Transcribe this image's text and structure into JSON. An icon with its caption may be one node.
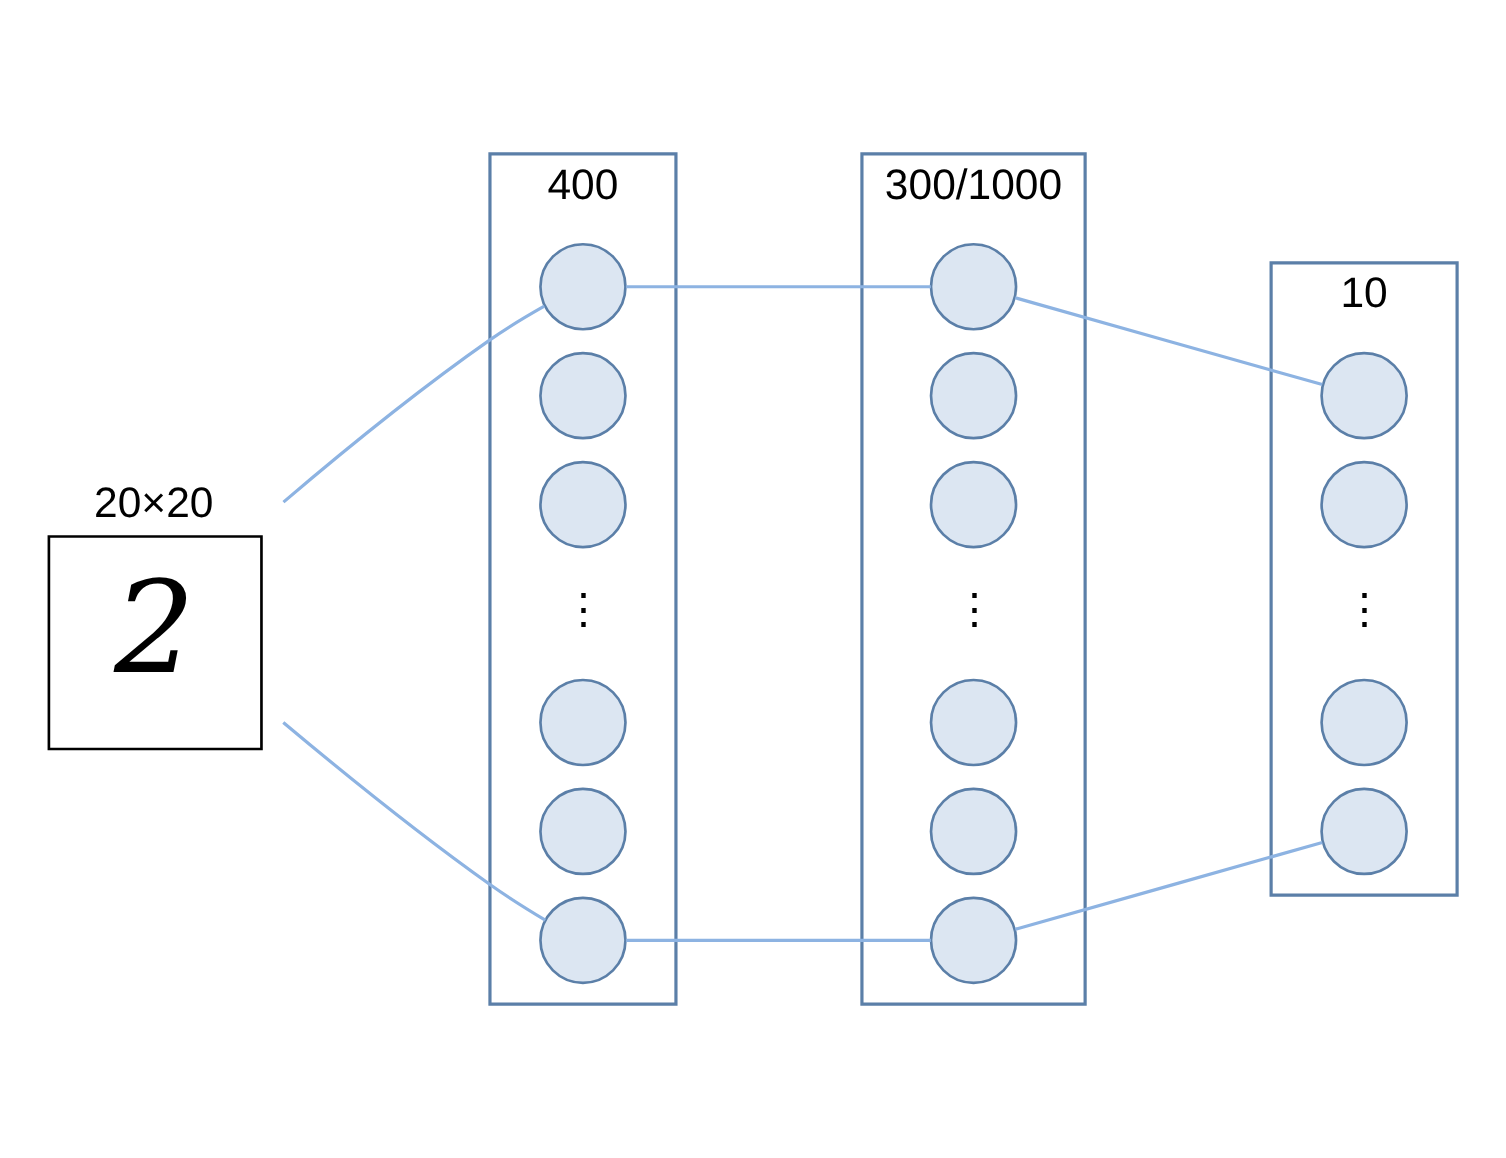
{
  "diagram": {
    "nodes": [
      {
        "text": [
          "20×20",
          "2"
        ]
      },
      {
        "text": [
          "400"
        ]
      },
      {
        "text": [],
        "shape": "circle",
        "in": 1
      },
      {
        "text": [],
        "shape": "circle",
        "in": 1
      },
      {
        "text": [],
        "shape": "circle",
        "in": 1
      },
      {
        "text": [],
        "shape": "circle",
        "in": 1
      },
      {
        "text": [],
        "shape": "circle",
        "in": 1
      },
      {
        "text": [],
        "shape": "circle",
        "in": 1
      },
      {
        "text": [
          "300/1000"
        ]
      },
      {
        "text": [],
        "shape": "circle",
        "in": 8
      },
      {
        "text": [],
        "shape": "circle",
        "in": 8
      },
      {
        "text": [],
        "shape": "circle",
        "in": 8
      },
      {
        "text": [],
        "shape": "circle",
        "in": 8
      },
      {
        "text": [],
        "shape": "circle",
        "in": 8
      },
      {
        "text": [],
        "shape": "circle",
        "in": 8
      },
      {
        "text": [
          "10"
        ]
      },
      {
        "text": [],
        "shape": "circle",
        "in": 15
      },
      {
        "text": [],
        "shape": "circle",
        "in": 15
      },
      {
        "text": [],
        "shape": "circle",
        "in": 15
      },
      {
        "text": [],
        "shape": "circle",
        "in": 15
      }
    ],
    "edges": [
      {
        "from": 0,
        "to": 2,
        "arrow": "none"
      },
      {
        "from": 0,
        "to": 7,
        "arrow": "none"
      },
      {
        "from": 2,
        "to": 9,
        "arrow": "none"
      },
      {
        "from": 7,
        "to": 14,
        "arrow": "none"
      },
      {
        "from": 9,
        "to": 16,
        "arrow": "none"
      },
      {
        "from": 14,
        "to": 19,
        "arrow": "none"
      }
    ],
    "labels": [
      "⋮",
      "⋮",
      "⋮"
    ]
  }
}
